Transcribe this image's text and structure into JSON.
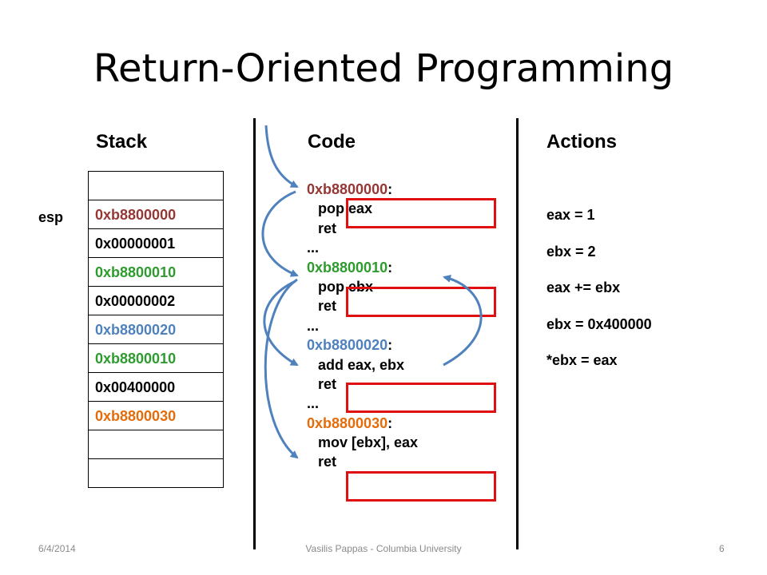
{
  "slide": {
    "title": "Return-Oriented Programming",
    "columns": {
      "stack": "Stack",
      "code": "Code",
      "actions": "Actions"
    },
    "esp_label": "esp",
    "stack_cells": [
      {
        "text": "",
        "color": "#000000"
      },
      {
        "text": "0xb8800000",
        "color": "#953735"
      },
      {
        "text": "0x00000001",
        "color": "#000000"
      },
      {
        "text": "0xb8800010",
        "color": "#2e9b2e"
      },
      {
        "text": "0x00000002",
        "color": "#000000"
      },
      {
        "text": "0xb8800020",
        "color": "#4f81bd"
      },
      {
        "text": "0xb8800010",
        "color": "#2e9b2e"
      },
      {
        "text": "0x00400000",
        "color": "#000000"
      },
      {
        "text": "0xb8800030",
        "color": "#e46c0a"
      },
      {
        "text": "",
        "color": "#000000"
      },
      {
        "text": "",
        "color": "#000000"
      }
    ],
    "code_lines": [
      {
        "addr": "0xb8800000",
        "suffix": ":",
        "color": "#953735"
      },
      {
        "text": "pop eax",
        "indent": true
      },
      {
        "text": "ret",
        "indent": true
      },
      {
        "text": "..."
      },
      {
        "addr": "0xb8800010",
        "suffix": ":",
        "color": "#2e9b2e"
      },
      {
        "text": "pop ebx",
        "indent": true
      },
      {
        "text": "ret",
        "indent": true
      },
      {
        "text": "..."
      },
      {
        "addr": "0xb8800020",
        "suffix": ":",
        "color": "#4f81bd"
      },
      {
        "text": "add eax, ebx",
        "indent": true
      },
      {
        "text": "ret",
        "indent": true
      },
      {
        "text": "..."
      },
      {
        "addr": "0xb8800030",
        "suffix": ":",
        "color": "#e46c0a"
      },
      {
        "text": "mov [ebx], eax",
        "indent": true
      },
      {
        "text": "ret",
        "indent": true
      }
    ],
    "actions": [
      "eax = 1",
      "ebx = 2",
      "eax += ebx",
      "ebx = 0x400000",
      "*ebx = eax"
    ],
    "footer": {
      "date": "6/4/2014",
      "author": "Vasilis Pappas - Columbia University",
      "page": "6"
    },
    "colors": {
      "highlight_box": "#e01010",
      "arrow": "#4f81bd"
    }
  }
}
